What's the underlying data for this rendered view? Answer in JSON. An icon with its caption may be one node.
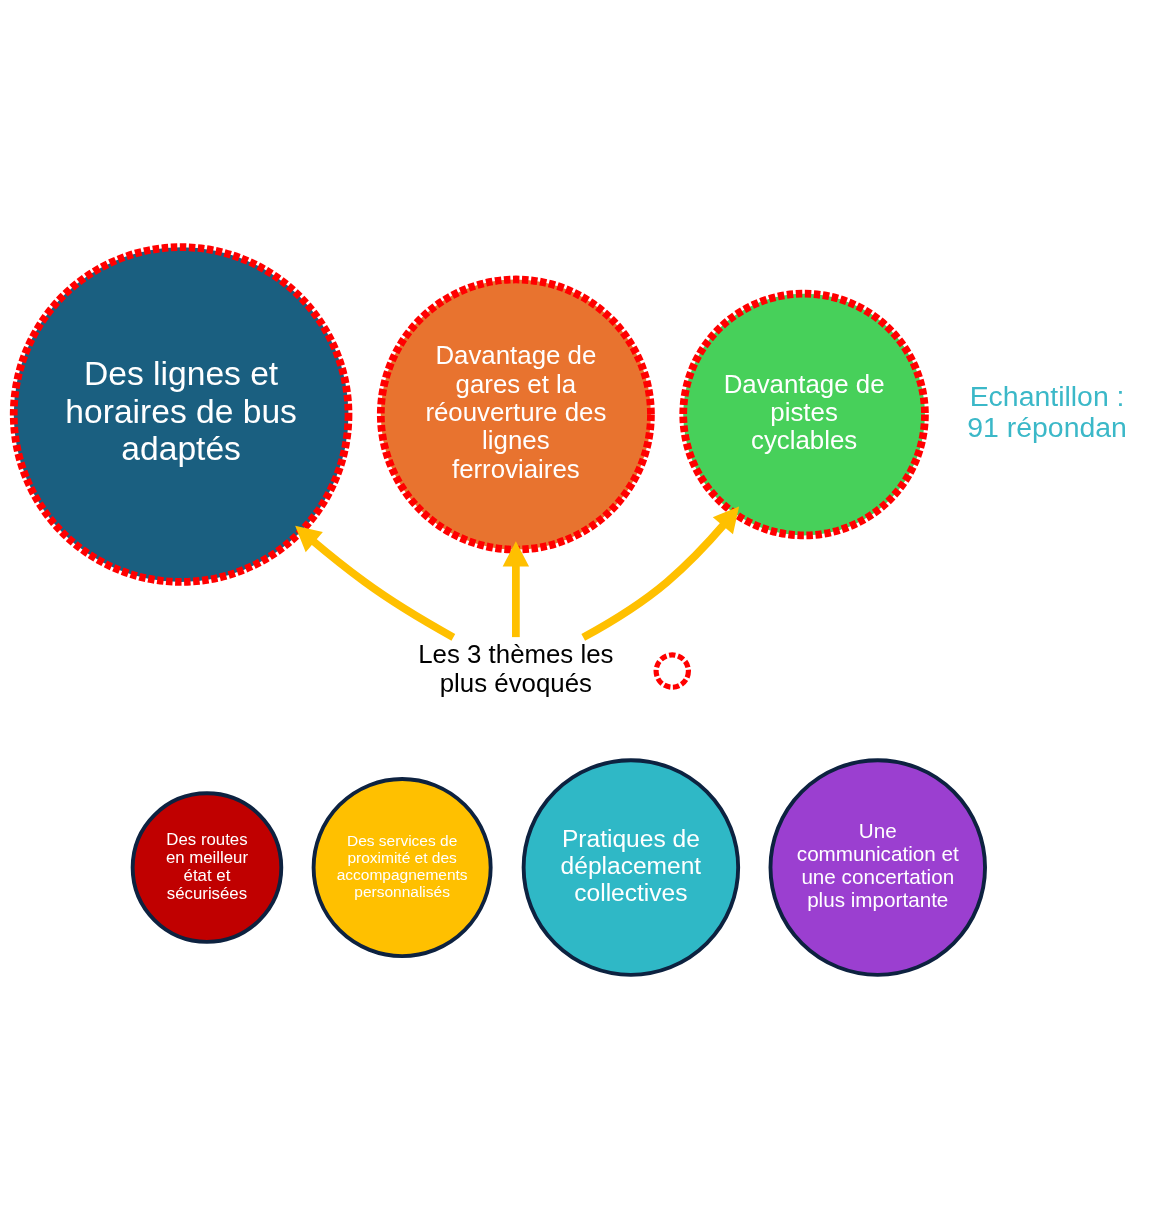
{
  "diagram": {
    "nodes": [
      {
        "text": [
          "Des lignes et horaires de bus adaptés"
        ]
      },
      {
        "text": [
          "Davantage de gares et la réouverture des lignes ferroviaires"
        ]
      },
      {
        "text": [
          "Des routes en meilleur état et sécurisées"
        ]
      },
      {
        "text": [
          "Les 3 thèmes les plus évoqués"
        ]
      },
      {
        "text": [],
        "shape": "circle"
      },
      {
        "text": [
          "Davantage de pistes cyclables"
        ]
      },
      {
        "text": [
          "Des services de proximité et des accompagnements personnalisés"
        ]
      },
      {
        "text": [
          "Pratiques de déplacement collectives"
        ]
      },
      {
        "text": [
          "Une communication et une concertation plus importante"
        ]
      }
    ],
    "edges": [
      {
        "from": 3,
        "to": 0,
        "arrow": "to"
      },
      {
        "from": 3,
        "to": 1,
        "arrow": "to"
      },
      {
        "from": 3,
        "to": 5,
        "arrow": "to"
      }
    ],
    "labels": [
      "Echantillon : 91 répondan"
    ]
  }
}
